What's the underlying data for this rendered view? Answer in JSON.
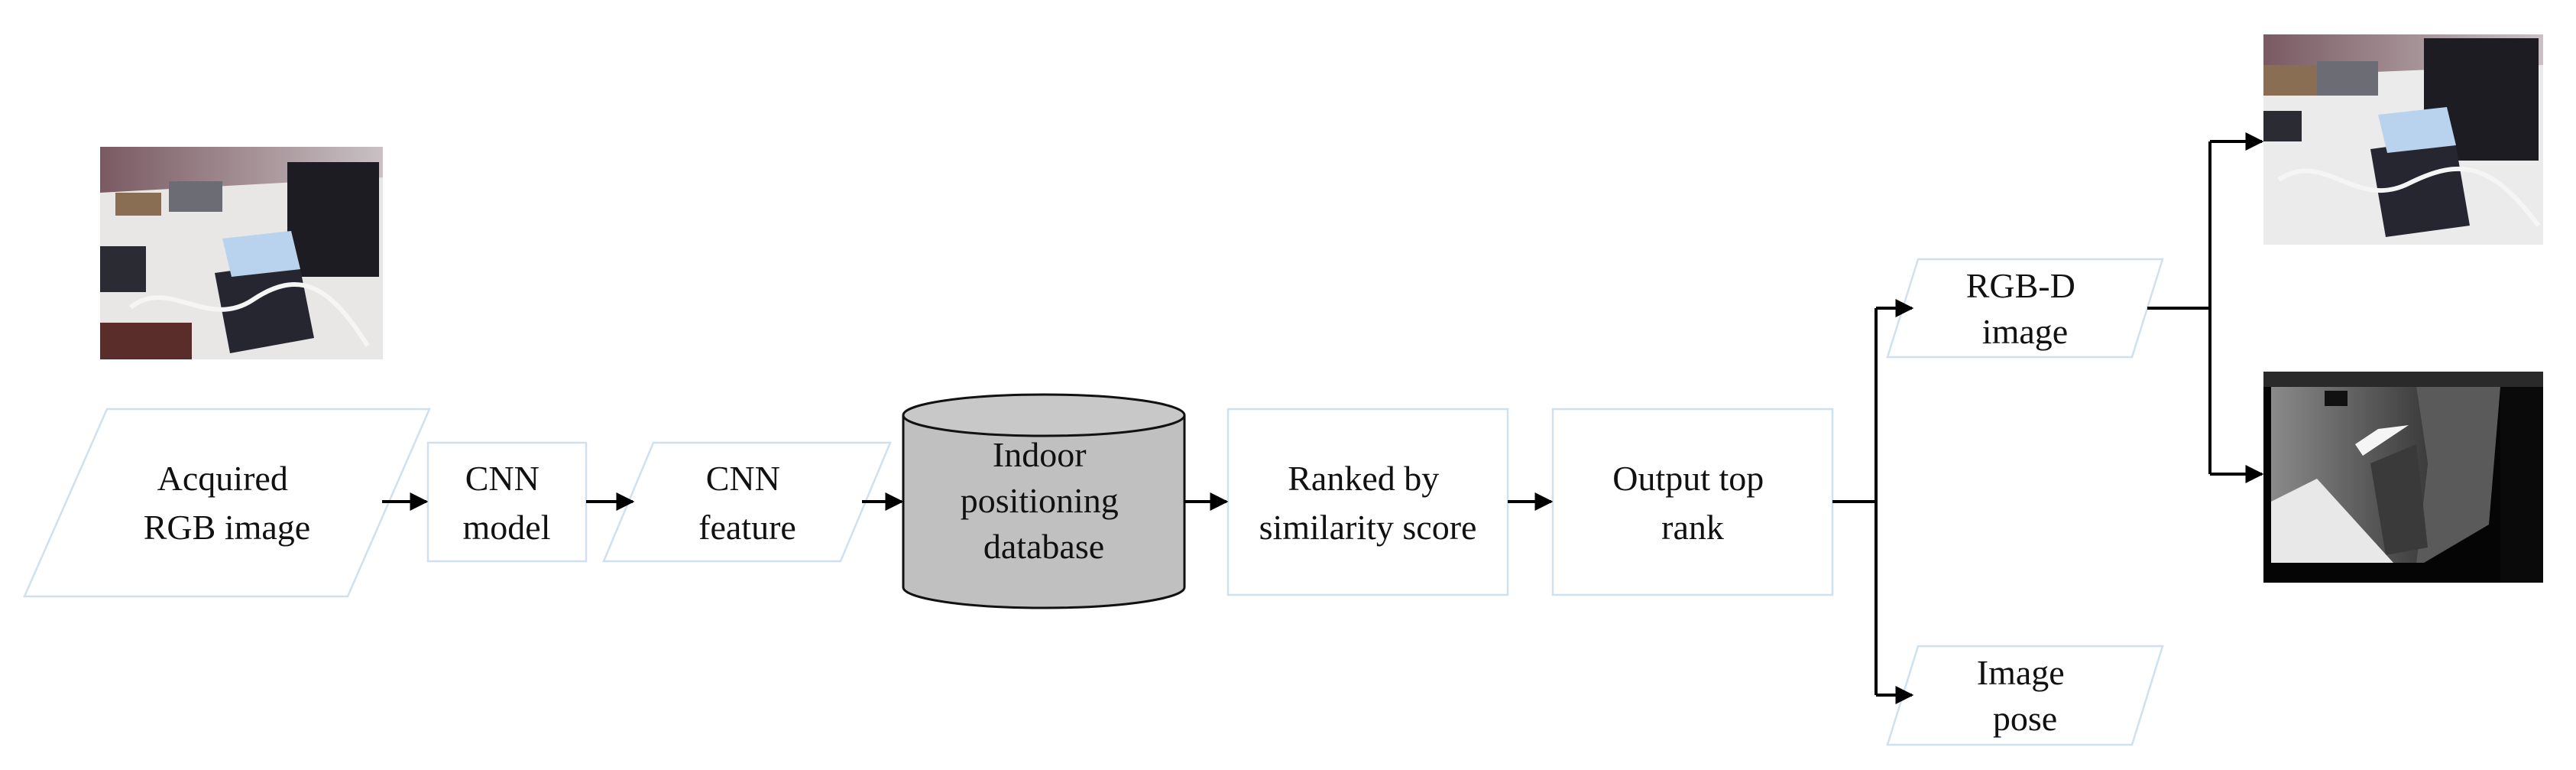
{
  "nodes": {
    "acquired_rgb_image": {
      "lines": [
        "Acquired",
        "RGB image"
      ]
    },
    "cnn_model": {
      "lines": [
        "CNN",
        "model"
      ]
    },
    "cnn_feature": {
      "lines": [
        "CNN",
        "feature"
      ]
    },
    "indoor_positioning_database": {
      "lines": [
        "Indoor",
        "positioning",
        "database"
      ]
    },
    "ranked_by_similarity": {
      "lines": [
        "Ranked by",
        "similarity score"
      ]
    },
    "output_top_rank": {
      "lines": [
        "Output top",
        "rank"
      ]
    },
    "rgbd_image": {
      "lines": [
        "RGB-D",
        "image"
      ]
    },
    "image_pose": {
      "lines": [
        "Image",
        "pose"
      ]
    }
  },
  "images": {
    "query_photo": {
      "content": "office desk photo with laptop and monitor"
    },
    "retrieved_rgb": {
      "content": "office desk photo with laptop and monitor"
    },
    "retrieved_depth": {
      "content": "grayscale depth map"
    }
  },
  "colors": {
    "database_fill": "#c0c0c0",
    "box_stroke": "#cfe0ef",
    "arrow": "#000000"
  }
}
